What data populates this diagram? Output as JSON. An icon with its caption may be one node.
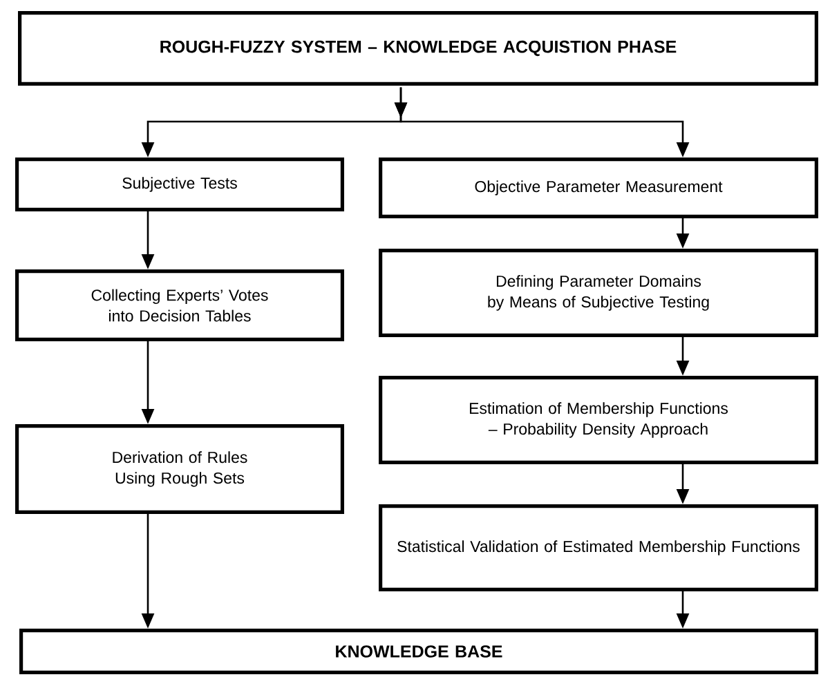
{
  "diagram": {
    "nodes": [
      {
        "text": [
          "ROUGH-FUZZY SYSTEM – KNOWLEDGE ACQUISTION PHASE"
        ]
      },
      {
        "text": [
          "Subjective Tests"
        ]
      },
      {
        "text": [
          "Objective Parameter Measurement"
        ]
      },
      {
        "text": [
          "Collecting Experts’ Votes into Decision Tables"
        ]
      },
      {
        "text": [
          "Defining Parameter Domains by Means of Subjective Testing"
        ]
      },
      {
        "text": [
          "Derivation of Rules Using Rough Sets"
        ]
      },
      {
        "text": [
          "Estimation of Membership Functions – Probability Density Approach"
        ]
      },
      {
        "text": [
          "Statistical Validation of Estimated Membership Functions"
        ]
      },
      {
        "text": [
          "KNOWLEDGE BASE"
        ]
      }
    ],
    "edges": [
      {
        "from": 0,
        "to": 1,
        "arrow": "to"
      },
      {
        "from": 0,
        "to": 2,
        "arrow": "to"
      },
      {
        "from": 1,
        "to": 3,
        "arrow": "to"
      },
      {
        "from": 3,
        "to": 5,
        "arrow": "to"
      },
      {
        "from": 5,
        "to": 8,
        "arrow": "to"
      },
      {
        "from": 2,
        "to": 4,
        "arrow": "to"
      },
      {
        "from": 4,
        "to": 6,
        "arrow": "to"
      },
      {
        "from": 6,
        "to": 7,
        "arrow": "to"
      },
      {
        "from": 7,
        "to": 8,
        "arrow": "to"
      }
    ]
  }
}
